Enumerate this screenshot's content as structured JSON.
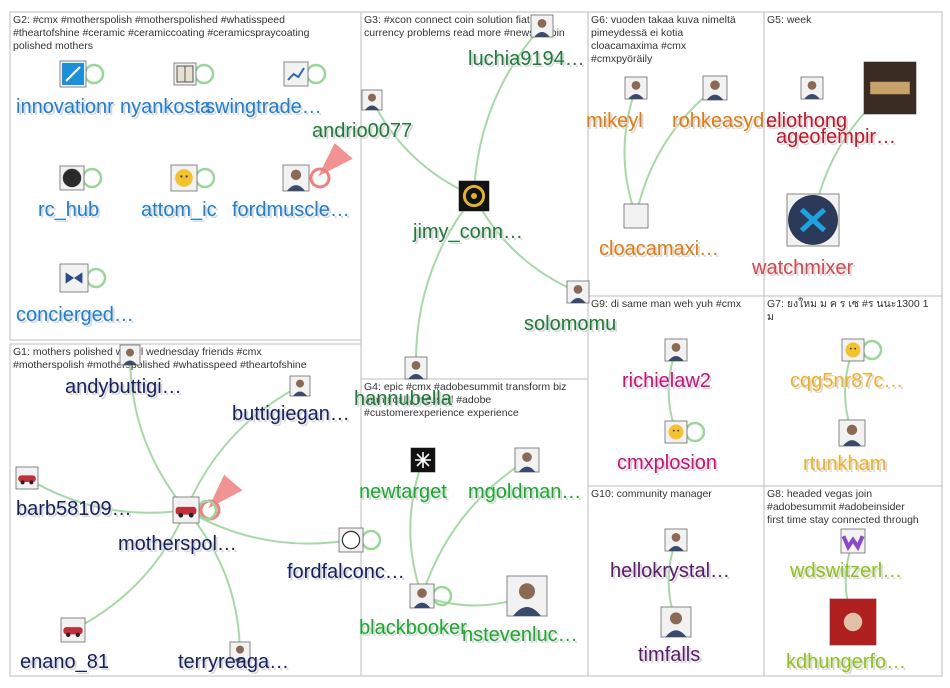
{
  "colors": {
    "edge": "#a8d8a8",
    "selfloop": "#9ad69a",
    "highlight_edge": "#f08080",
    "label_shadow": "#d8d8d8"
  },
  "groups": [
    {
      "id": "G1",
      "title_lines": [
        "G1: mothers polished wheel wednesday friends #cmx",
        "#motherspolish #motherspolished #whatisspeed #theartofshine"
      ]
    },
    {
      "id": "G2",
      "title_lines": [
        "G2: #cmx #motherspolish #motherspolished #whatisspeed",
        "#theartofshine #ceramic #ceramiccoating #ceramicspraycoating",
        "polished mothers"
      ]
    },
    {
      "id": "G3",
      "title_lines": [
        "G3: #xcon connect coin solution fiat",
        "currency problems read more #newsbitcoin"
      ]
    },
    {
      "id": "G4",
      "title_lines": [
        "G4: epic #cmx #adobesummit transform biz",
        "maniacally focused #adobe",
        "#customerexperience experience"
      ]
    },
    {
      "id": "G5",
      "title_lines": [
        "G5: week"
      ]
    },
    {
      "id": "G6",
      "title_lines": [
        "G6: vuoden takaa kuva nimeltä",
        "pimeydessä ei kotia",
        "cloacamaxima #cmx",
        "#cmxpyöräily"
      ]
    },
    {
      "id": "G7",
      "title_lines": [
        "G7: ยงใหม ม ค ร เซ #ร นนะ1300 1",
        "ม"
      ]
    },
    {
      "id": "G8",
      "title_lines": [
        "G8: headed vegas join",
        "#adobesummit #adobeinsider",
        "first time stay connected through"
      ]
    },
    {
      "id": "G9",
      "title_lines": [
        "G9: di same man weh yuh #cmx"
      ]
    },
    {
      "id": "G10",
      "title_lines": [
        "G10: community manager"
      ]
    }
  ],
  "nodes": [
    {
      "id": "innovationr",
      "label": "innovationr",
      "color": "#1e7fd0",
      "icon": "tools-avatar"
    },
    {
      "id": "nyankosta",
      "label": "nyankosta",
      "color": "#1e7fd0",
      "icon": "window-avatar"
    },
    {
      "id": "swingtrade",
      "label": "swingtrade…",
      "color": "#1e7fd0",
      "icon": "chart-avatar"
    },
    {
      "id": "rc_hub",
      "label": "rc_hub",
      "color": "#1e7fd0",
      "icon": "badge-avatar"
    },
    {
      "id": "attom_ic",
      "label": "attom_ic",
      "color": "#1e7fd0",
      "icon": "mascot-avatar"
    },
    {
      "id": "fordmuscle",
      "label": "fordmuscle…",
      "color": "#1e7fd0",
      "icon": "man-avatar"
    },
    {
      "id": "concierged",
      "label": "concierged…",
      "color": "#1e7fd0",
      "icon": "bowtie-avatar"
    },
    {
      "id": "luchia9194",
      "label": "luchia9194…",
      "color": "#1f7a3a",
      "icon": "person-avatar"
    },
    {
      "id": "andrio0077",
      "label": "andrio0077",
      "color": "#1f7a3a",
      "icon": "person-avatar"
    },
    {
      "id": "jimy_conn",
      "label": "jimy_conn…",
      "color": "#1f7a3a",
      "icon": "coin-logo-avatar"
    },
    {
      "id": "solomomu",
      "label": "solomomu",
      "color": "#1f7a3a",
      "icon": "person-avatar"
    },
    {
      "id": "hannubella",
      "label": "hannubella",
      "color": "#1f7a3a",
      "icon": "person-avatar"
    },
    {
      "id": "mikeyl",
      "label": "mikeyl",
      "color": "#e07b10",
      "icon": "person-avatar"
    },
    {
      "id": "rohkeasyd",
      "label": "rohkeasyd…",
      "color": "#e07b10",
      "icon": "person-avatar"
    },
    {
      "id": "cloacamaxi",
      "label": "cloacamaxi…",
      "color": "#e07b10",
      "icon": "blank-avatar"
    },
    {
      "id": "eliothong",
      "label": "eliothong",
      "color": "#c0152a",
      "icon": "person-avatar"
    },
    {
      "id": "ageofempir",
      "label": "ageofempir…",
      "color": "#c0152a",
      "icon": "game-logo-avatar"
    },
    {
      "id": "watchmixer",
      "label": "watchmixer",
      "color": "#d4474f",
      "icon": "mixer-logo-avatar"
    },
    {
      "id": "andybuttigi",
      "label": "andybuttigi…",
      "color": "#16205e",
      "icon": "person-avatar"
    },
    {
      "id": "buttigiegan",
      "label": "buttigiegan…",
      "color": "#16205e",
      "icon": "person-avatar"
    },
    {
      "id": "barb58109",
      "label": "barb58109…",
      "color": "#16205e",
      "icon": "car-avatar"
    },
    {
      "id": "motherspol",
      "label": "motherspol…",
      "color": "#16205e",
      "icon": "car-avatar"
    },
    {
      "id": "fordfalconc",
      "label": "fordfalconc…",
      "color": "#16205e",
      "icon": "emblem-avatar"
    },
    {
      "id": "enano_81",
      "label": "enano_81",
      "color": "#16205e",
      "icon": "car-avatar"
    },
    {
      "id": "terryreaga",
      "label": "terryreaga…",
      "color": "#16205e",
      "icon": "person-avatar"
    },
    {
      "id": "newtarget",
      "label": "newtarget",
      "color": "#1aa82e",
      "icon": "snowflake-avatar"
    },
    {
      "id": "mgoldman",
      "label": "mgoldman…",
      "color": "#1aa82e",
      "icon": "person-avatar"
    },
    {
      "id": "blackbooker",
      "label": "blackbooker",
      "color": "#1aa82e",
      "icon": "person-avatar"
    },
    {
      "id": "nstevenluc",
      "label": "nstevenluc…",
      "color": "#1aa82e",
      "icon": "speaker-avatar"
    },
    {
      "id": "richielaw2",
      "label": "richielaw2",
      "color": "#c8107a",
      "icon": "person-avatar"
    },
    {
      "id": "cmxplosion",
      "label": "cmxplosion",
      "color": "#c8107a",
      "icon": "emoji-avatar"
    },
    {
      "id": "cqg5nr87c",
      "label": "cqg5nr87c…",
      "color": "#f0b020",
      "icon": "sun-avatar"
    },
    {
      "id": "rtunkham",
      "label": "rtunkham",
      "color": "#f0b020",
      "icon": "person-avatar"
    },
    {
      "id": "hellokrystal",
      "label": "hellokrystal…",
      "color": "#5a1a6e",
      "icon": "person-avatar"
    },
    {
      "id": "timfalls",
      "label": "timfalls",
      "color": "#5a1a6e",
      "icon": "person-avatar"
    },
    {
      "id": "wdswitzerl",
      "label": "wdswitzerl…",
      "color": "#8ec21a",
      "icon": "w-logo-avatar"
    },
    {
      "id": "kdhungerfo",
      "label": "kdhungerfo…",
      "color": "#8ec21a",
      "icon": "flowers-avatar"
    }
  ],
  "edges": [
    {
      "from": "luchia9194",
      "to": "jimy_conn"
    },
    {
      "from": "andrio0077",
      "to": "jimy_conn"
    },
    {
      "from": "jimy_conn",
      "to": "solomomu"
    },
    {
      "from": "jimy_conn",
      "to": "hannubella"
    },
    {
      "from": "andybuttigi",
      "to": "motherspol"
    },
    {
      "from": "buttigiegan",
      "to": "motherspol"
    },
    {
      "from": "barb58109",
      "to": "motherspol"
    },
    {
      "from": "enano_81",
      "to": "motherspol"
    },
    {
      "from": "terryreaga",
      "to": "motherspol"
    },
    {
      "from": "motherspol",
      "to": "fordfalconc"
    },
    {
      "from": "newtarget",
      "to": "blackbooker"
    },
    {
      "from": "mgoldman",
      "to": "blackbooker"
    },
    {
      "from": "blackbooker",
      "to": "nstevenluc"
    },
    {
      "from": "mikeyl",
      "to": "cloacamaxi"
    },
    {
      "from": "rohkeasyd",
      "to": "cloacamaxi"
    },
    {
      "from": "ageofempir",
      "to": "watchmixer"
    },
    {
      "from": "richielaw2",
      "to": "cmxplosion"
    },
    {
      "from": "cqg5nr87c",
      "to": "rtunkham"
    },
    {
      "from": "hellokrystal",
      "to": "timfalls"
    },
    {
      "from": "wdswitzerl",
      "to": "kdhungerfo"
    }
  ]
}
